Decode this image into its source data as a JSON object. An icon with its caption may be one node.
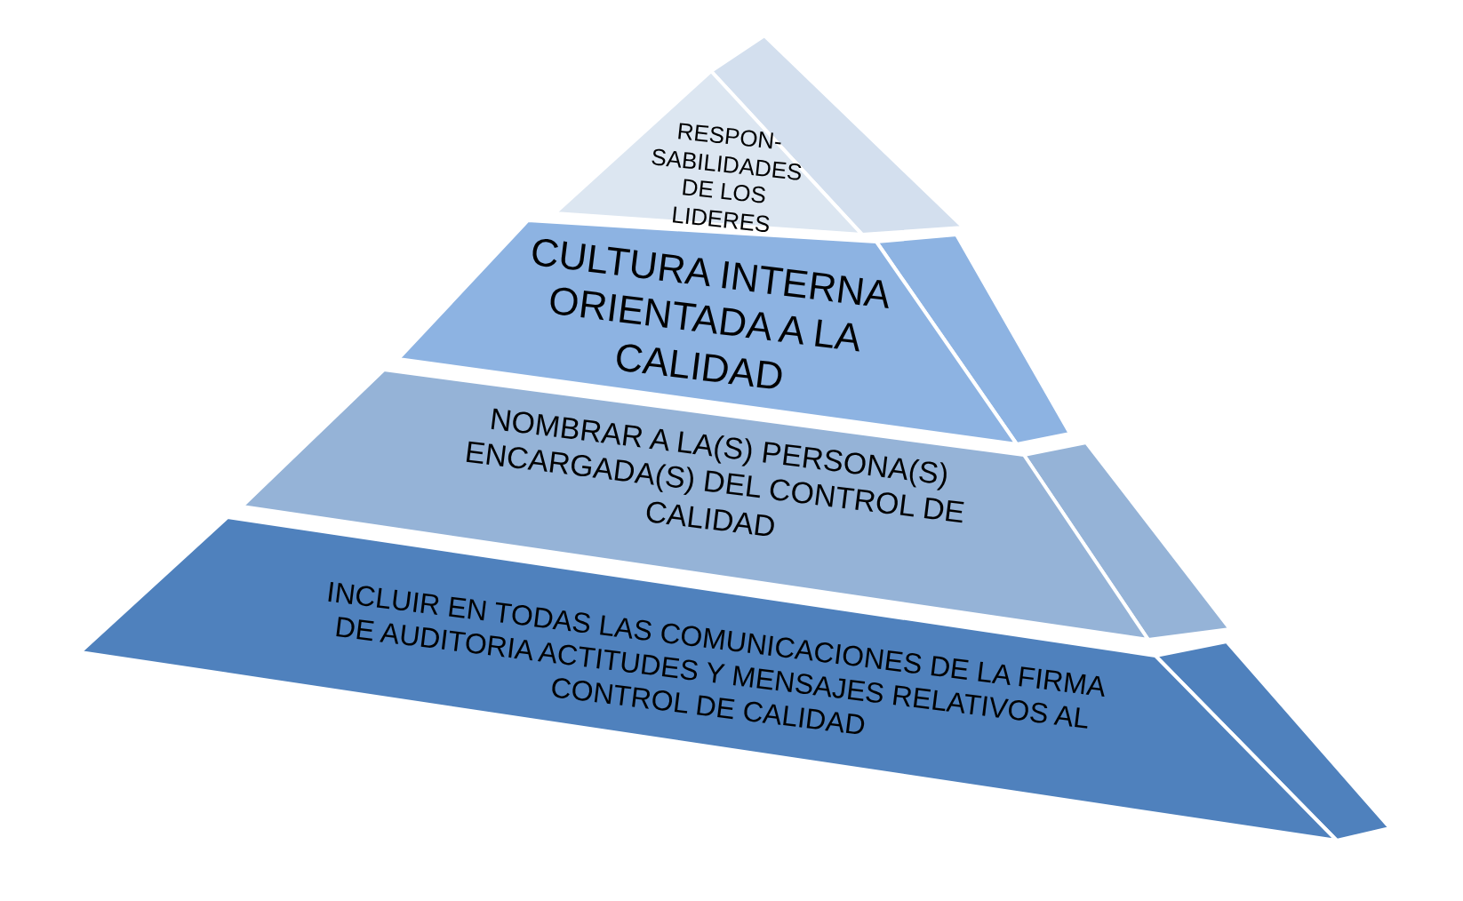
{
  "diagram": {
    "nodes": [
      {
        "text": [
          "RESPON- SABILIDADES DE LOS LIDERES"
        ]
      },
      {
        "text": [
          "CULTURA INTERNA ORIENTADA A LA CALIDAD"
        ]
      },
      {
        "text": [
          "NOMBRAR A LA(S) PERSONA(S) ENCARGADA(S) DEL CONTROL DE CALIDAD"
        ]
      },
      {
        "text": [
          "INCLUIR EN TODAS LAS COMUNICACIONES DE LA FIRMA DE AUDITORIA ACTITUDES Y MENSAJES RELATIVOS AL CONTROL DE CALIDAD"
        ]
      }
    ]
  }
}
